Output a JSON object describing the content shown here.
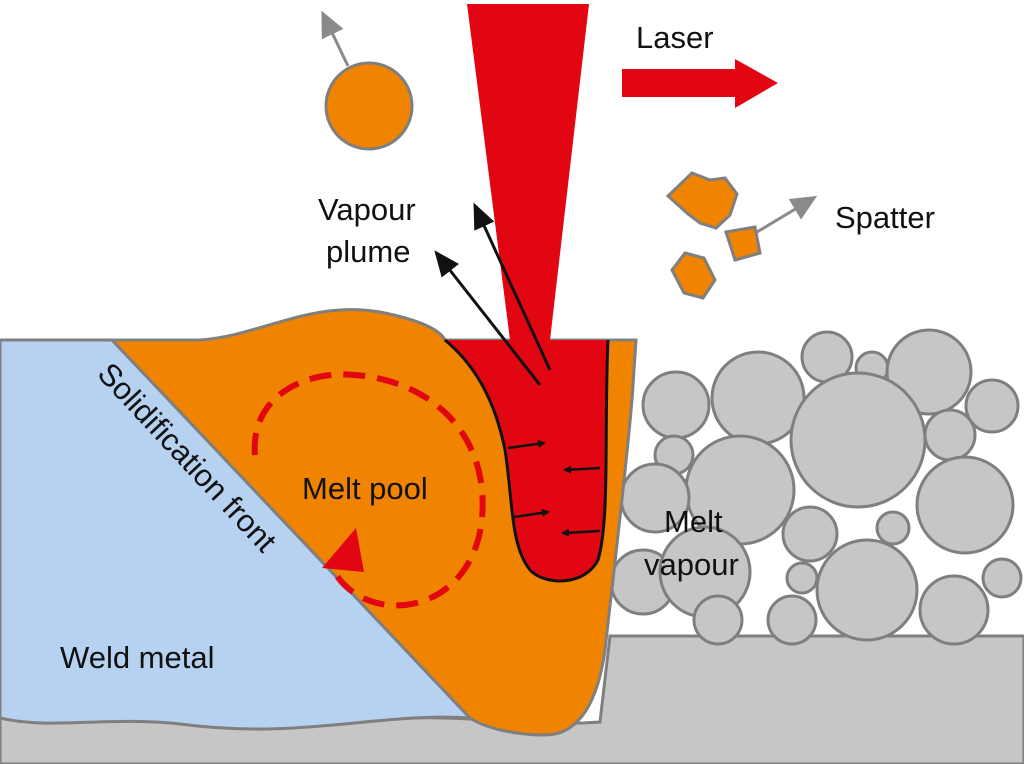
{
  "labels": {
    "laser": "Laser",
    "vapour_plume_line1": "Vapour",
    "vapour_plume_line2": "plume",
    "spatter": "Spatter",
    "melt_pool": "Melt pool",
    "melt_vapour_line1": "Melt",
    "melt_vapour_line2": "vapour",
    "solidification_front": "Solidification front",
    "weld_metal": "Weld metal"
  },
  "colors": {
    "laser_red": "#E20613",
    "melt_orange": "#F08300",
    "weld_blue": "#B6D2F0",
    "substrate_grey": "#C6C6C6",
    "outline_grey": "#7F7F7F",
    "arrow_grey": "#8A8A8A",
    "keyhole_outline": "#111111"
  }
}
